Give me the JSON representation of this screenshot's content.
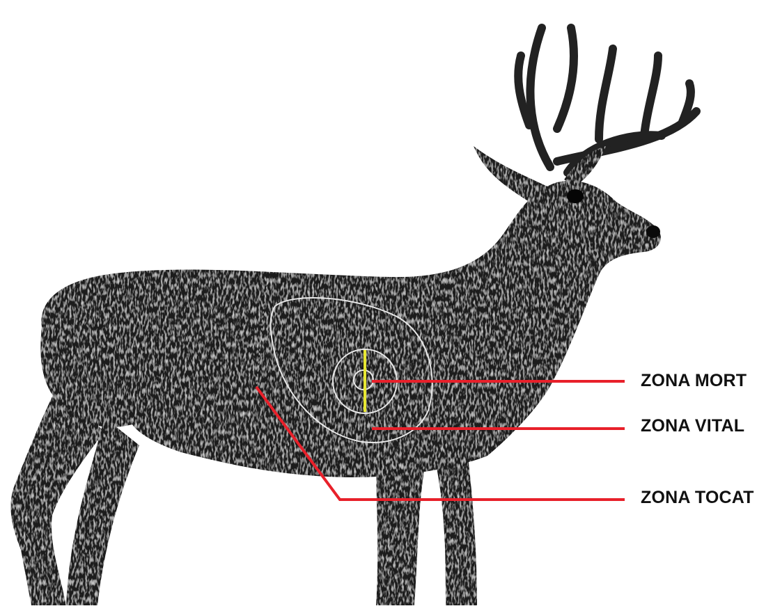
{
  "labels": {
    "mort": "ZONA MORT",
    "vital": "ZONA VITAL",
    "tocat": "ZONA TOCAT"
  },
  "colors": {
    "background": "#ffffff",
    "deer_body": "#1c1c1c",
    "antler": "#222222",
    "zone_outline": "#e8e8e8",
    "heart_marker": "#e8e832",
    "leader_line": "#e8202a",
    "label_text": "#111111"
  },
  "icons": {
    "animal": "deer-target-silhouette"
  }
}
